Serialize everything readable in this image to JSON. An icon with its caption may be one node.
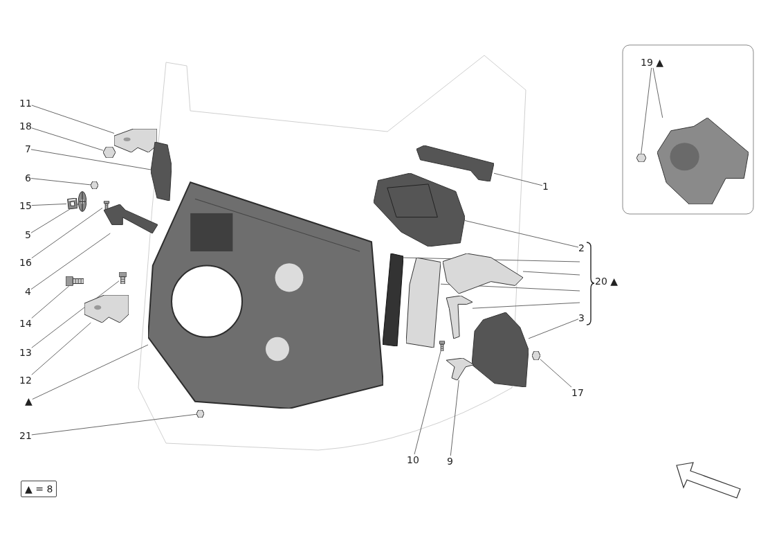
{
  "diagram": {
    "nodes": [
      {
        "text": [
          "11"
        ]
      },
      {
        "text": [
          "18"
        ]
      },
      {
        "text": [
          "7"
        ]
      },
      {
        "text": [
          "6"
        ]
      },
      {
        "text": [
          "15"
        ]
      },
      {
        "text": [
          "5"
        ]
      },
      {
        "text": [
          "16"
        ]
      },
      {
        "text": [
          "4"
        ]
      },
      {
        "text": [
          "14"
        ]
      },
      {
        "text": [
          "13"
        ]
      },
      {
        "text": [
          "12"
        ]
      },
      {
        "text": [
          "▲"
        ]
      },
      {
        "text": [
          "21"
        ]
      },
      {
        "text": [
          "1"
        ]
      },
      {
        "text": [
          "2"
        ]
      },
      {
        "text": [
          "20 ▲"
        ]
      },
      {
        "text": [
          "3"
        ]
      },
      {
        "text": [
          "17"
        ]
      },
      {
        "text": [
          "10"
        ]
      },
      {
        "text": [
          "9"
        ]
      },
      {
        "text": [
          "19 ▲"
        ]
      },
      {
        "text": [
          "▲ = 8"
        ]
      },
      {
        "text": [],
        "shape": "picture"
      },
      {
        "text": [],
        "shape": "picture"
      },
      {
        "text": [],
        "shape": "picture"
      },
      {
        "text": [],
        "shape": "picture"
      },
      {
        "text": [],
        "shape": "picture"
      },
      {
        "text": [],
        "shape": "picture"
      },
      {
        "text": [],
        "shape": "picture"
      },
      {
        "text": [],
        "shape": "picture"
      },
      {
        "text": [],
        "shape": "picture"
      },
      {
        "text": [],
        "shape": "picture"
      },
      {
        "text": [],
        "shape": "picture"
      },
      {
        "text": [],
        "shape": "picture"
      },
      {
        "text": [],
        "shape": "picture"
      },
      {
        "text": [],
        "shape": "picture"
      },
      {
        "text": [],
        "shape": "picture"
      },
      {
        "text": [],
        "shape": "picture"
      },
      {
        "text": [],
        "shape": "picture"
      },
      {
        "text": [],
        "shape": "picture"
      },
      {
        "text": [],
        "shape": "picture"
      },
      {
        "text": [],
        "shape": "picture"
      },
      {
        "text": [],
        "shape": "picture"
      },
      {
        "text": [],
        "shape": "picture"
      },
      {
        "text": [],
        "shape": "picture"
      },
      {
        "text": [],
        "shape": "picture"
      },
      {
        "text": [],
        "shape": "picture"
      }
    ],
    "edges": [
      {
        "from": 0,
        "to": 22,
        "arrow": "none"
      },
      {
        "from": 1,
        "to": 23,
        "arrow": "none"
      },
      {
        "from": 2,
        "to": 24,
        "arrow": "none"
      },
      {
        "from": 3,
        "to": 25,
        "arrow": "none"
      },
      {
        "from": 4,
        "to": 26,
        "arrow": "none"
      },
      {
        "from": 5,
        "to": 27,
        "arrow": "none"
      },
      {
        "from": 6,
        "to": 28,
        "arrow": "none"
      },
      {
        "from": 7,
        "to": 29,
        "arrow": "none"
      },
      {
        "from": 8,
        "to": 30,
        "arrow": "none"
      },
      {
        "from": 9,
        "to": 31,
        "arrow": "none"
      },
      {
        "from": 10,
        "to": 32,
        "arrow": "none"
      },
      {
        "from": 11,
        "to": 33,
        "arrow": "none"
      },
      {
        "from": 12,
        "to": 34,
        "arrow": "none"
      },
      {
        "from": 13,
        "to": 35,
        "arrow": "none"
      },
      {
        "from": 14,
        "to": 36,
        "arrow": "none"
      },
      {
        "from": 15,
        "to": 37,
        "arrow": "none"
      },
      {
        "from": 15,
        "to": 39,
        "arrow": "none"
      },
      {
        "from": 15,
        "to": 38,
        "arrow": "none"
      },
      {
        "from": 15,
        "to": 40,
        "arrow": "none"
      },
      {
        "from": 16,
        "to": 41,
        "arrow": "none"
      },
      {
        "from": 17,
        "to": 42,
        "arrow": "none"
      },
      {
        "from": 18,
        "to": 43,
        "arrow": "none"
      },
      {
        "from": 19,
        "to": 44,
        "arrow": "none"
      },
      {
        "from": 20,
        "to": 45,
        "arrow": "none"
      },
      {
        "from": 20,
        "to": 46,
        "arrow": "none"
      }
    ]
  }
}
